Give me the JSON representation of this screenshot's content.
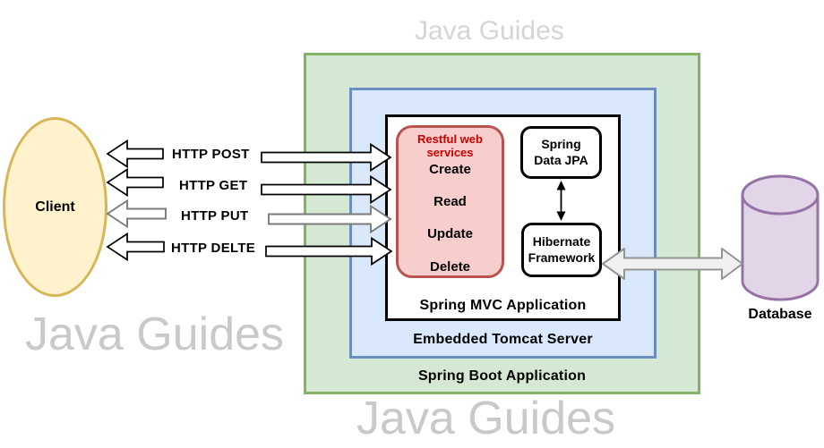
{
  "watermarks": {
    "top": "Java Guides",
    "left": "Java Guides",
    "bottom": "Java Guides"
  },
  "client": {
    "label": "Client"
  },
  "http_methods": {
    "post": "HTTP POST",
    "get": "HTTP GET",
    "put": "HTTP PUT",
    "delete": "HTTP DELTE"
  },
  "spring_boot_box": {
    "label": "Spring Boot Application"
  },
  "tomcat_box": {
    "label": "Embedded Tomcat Server"
  },
  "mvc_box": {
    "label": "Spring MVC Application"
  },
  "rest_box": {
    "title": "Restful web services",
    "operations": {
      "create": "Create",
      "read": "Read",
      "update": "Update",
      "delete": "Delete"
    }
  },
  "jpa_box": {
    "label": "Spring Data JPA"
  },
  "hibernate_box": {
    "label": "Hibernate Framework"
  },
  "database": {
    "label": "Database"
  },
  "colors": {
    "boot_fill": "#D5E8D4",
    "boot_border": "#82B366",
    "tomcat_fill": "#DAE8FC",
    "tomcat_border": "#6C8EBF",
    "rest_fill": "#F8CECC",
    "rest_border": "#B85450",
    "client_fill": "#FFF2CC",
    "client_border": "#D6B656",
    "database_fill": "#E1D5E7",
    "database_border": "#9673A6",
    "rest_title_text": "#CC0000",
    "watermark_gray": "#CCCCCC",
    "big_arrow_fill": "#F0F0F0",
    "big_arrow_border": "#949494"
  }
}
